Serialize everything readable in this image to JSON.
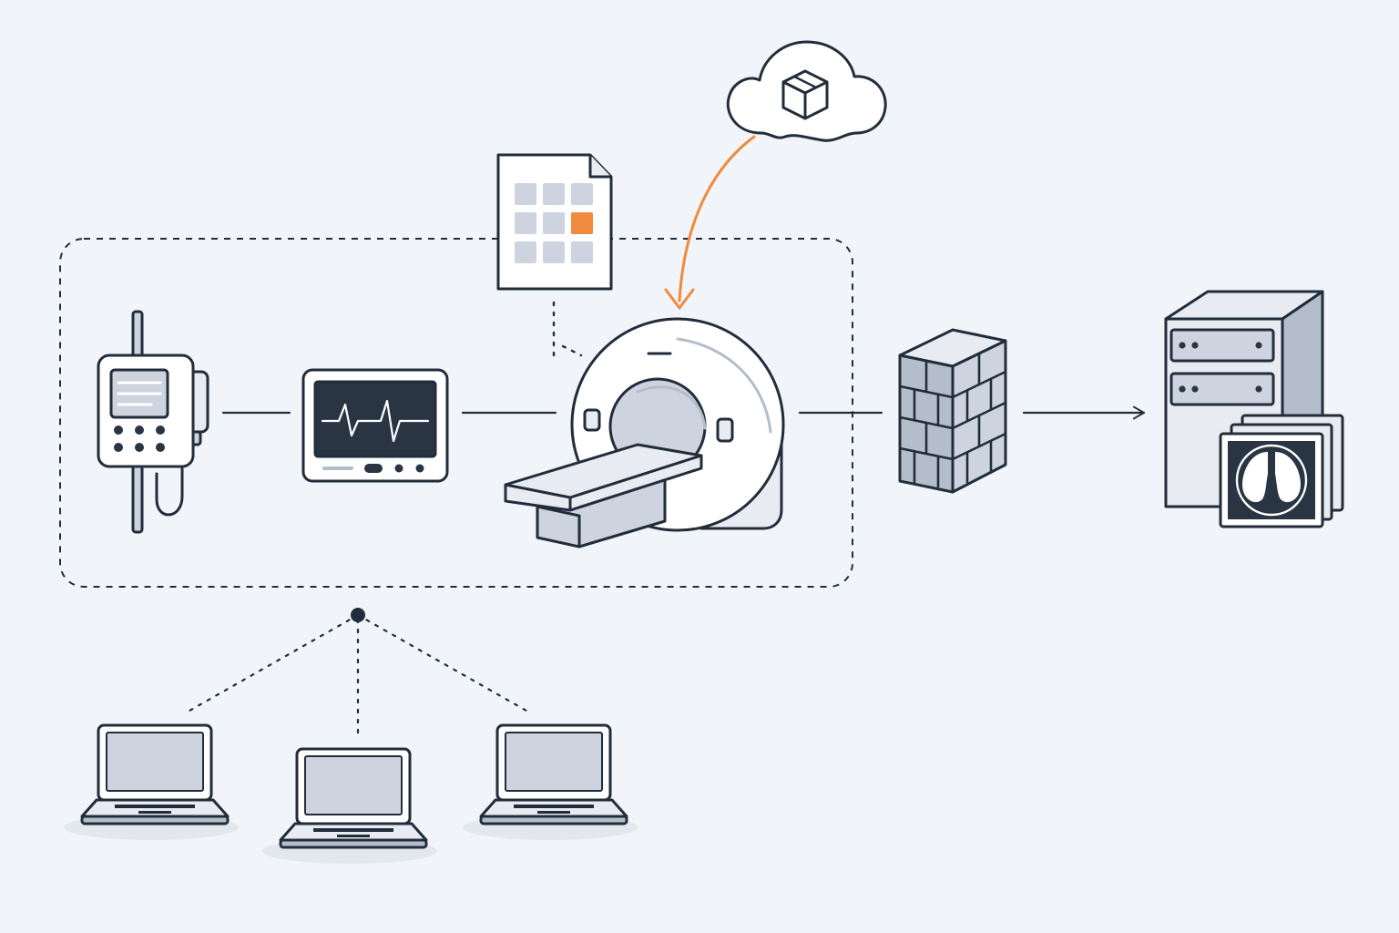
{
  "colors": {
    "background": "#f1f4f8",
    "ink": "#222d3b",
    "device_fill": "#ffffff",
    "device_light": "#e8ecf2",
    "device_mid": "#cdd4df",
    "device_dark": "#b4bdca",
    "screen_dark": "#2a3544",
    "accent": "#f08a3c"
  },
  "nodes": [
    {
      "name": "iv-infusion-pump",
      "icon": "infusion-pump-icon"
    },
    {
      "name": "patient-monitor",
      "icon": "heart-monitor-icon"
    },
    {
      "name": "ct-scanner",
      "icon": "ct-scanner-icon"
    },
    {
      "name": "firewall",
      "icon": "brick-wall-icon"
    },
    {
      "name": "pacs-server",
      "icon": "server-rack-icon"
    },
    {
      "name": "imaging-film",
      "icon": "lung-scan-icon"
    },
    {
      "name": "config-document",
      "icon": "grid-document-icon"
    },
    {
      "name": "cloud-update",
      "icon": "cloud-package-icon"
    },
    {
      "name": "workstation-laptop",
      "icon": "laptop-icon",
      "count": 3
    }
  ],
  "document_grid": {
    "rows": 3,
    "cols": 3,
    "highlighted_cell": [
      1,
      2
    ]
  }
}
